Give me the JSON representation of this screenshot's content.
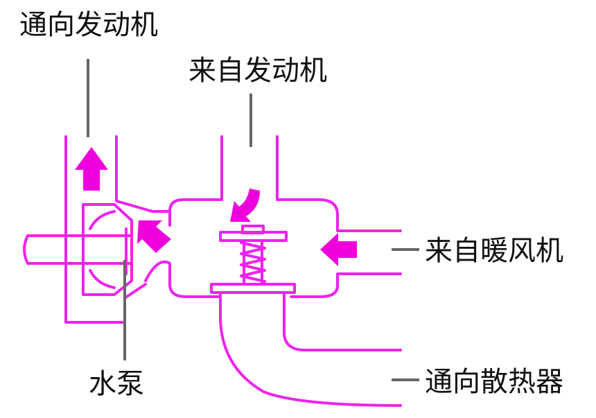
{
  "labels": {
    "to_engine": "通向发动机",
    "from_engine": "来自发动机",
    "from_heater": "来自暖风机",
    "water_pump": "水泵",
    "to_radiator": "通向散热器"
  },
  "colors": {
    "pipe_stroke": "#ee22ee",
    "arrow_fill": "#ee00dd",
    "leader_line": "#666666",
    "text": "#111111",
    "background": "#ffffff"
  }
}
